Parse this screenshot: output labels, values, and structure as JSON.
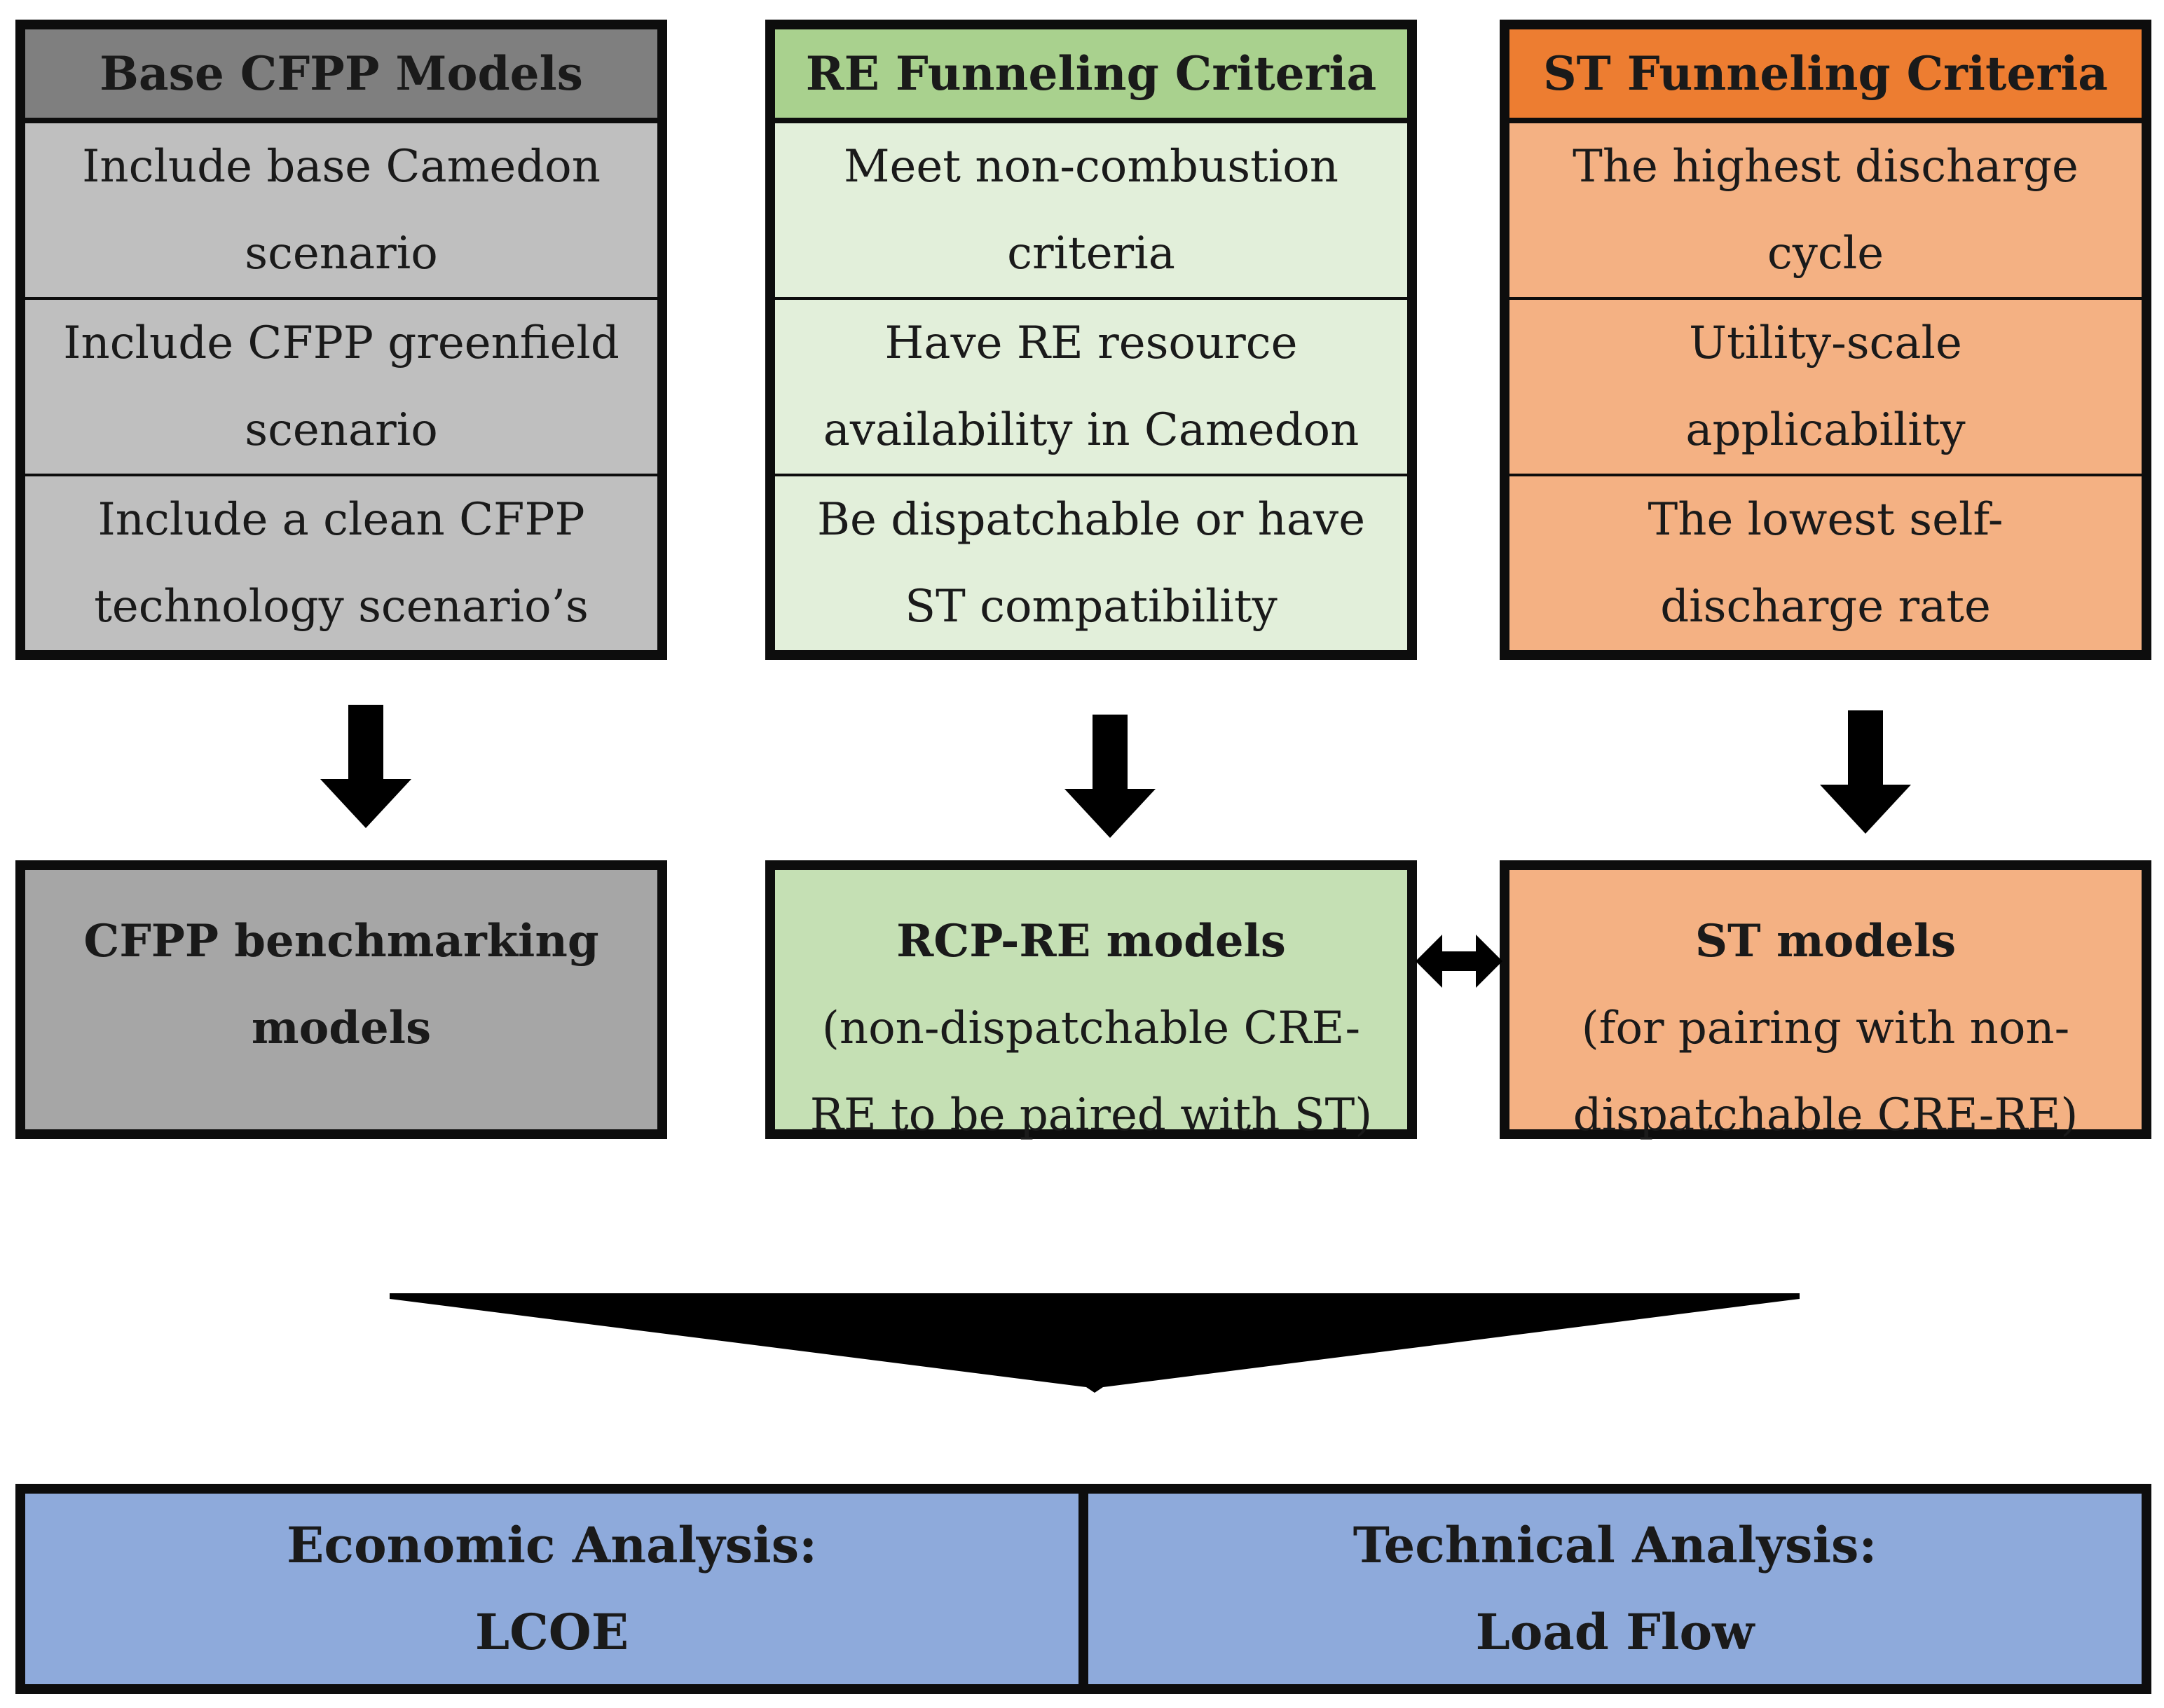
{
  "columns": {
    "base": {
      "header": "Base CFPP Models",
      "items": [
        [
          "Include base Camedon",
          "scenario"
        ],
        [
          "Include CFPP greenfield",
          "scenario"
        ],
        [
          "Include a clean CFPP",
          "technology scenario’s"
        ]
      ],
      "header_color": "#7f7f7f",
      "body_color": "#bfbfbf"
    },
    "re": {
      "header": "RE Funneling Criteria",
      "items": [
        [
          "Meet non-combustion",
          "criteria"
        ],
        [
          "Have RE resource",
          "availability in Camedon"
        ],
        [
          "Be dispatchable or have",
          "ST compatibility"
        ]
      ],
      "header_color": "#a9d18e",
      "body_color": "#e2efda"
    },
    "st": {
      "header": "ST Funneling Criteria",
      "items": [
        [
          "The highest discharge",
          "cycle"
        ],
        [
          "Utility-scale",
          "applicability"
        ],
        [
          "The lowest self-",
          "discharge rate"
        ]
      ],
      "header_color": "#ed7d31",
      "body_color": "#f4b183"
    }
  },
  "models": {
    "cfpp": {
      "title": [
        "CFPP benchmarking",
        "models"
      ],
      "lines": [],
      "color": "#a6a6a6"
    },
    "rcp": {
      "title": [
        "RCP-RE models"
      ],
      "lines": [
        "(non-dispatchable CRE-",
        "RE to be paired with ST)"
      ],
      "color": "#c5e0b4"
    },
    "st": {
      "title": [
        "ST models"
      ],
      "lines": [
        "(for pairing with non-",
        "dispatchable CRE-RE)"
      ],
      "color": "#f4b183"
    }
  },
  "analysis": {
    "economic": [
      "Economic Analysis:",
      "LCOE"
    ],
    "technical": [
      "Technical Analysis:",
      "Load Flow"
    ],
    "color": "#8eaadb"
  }
}
